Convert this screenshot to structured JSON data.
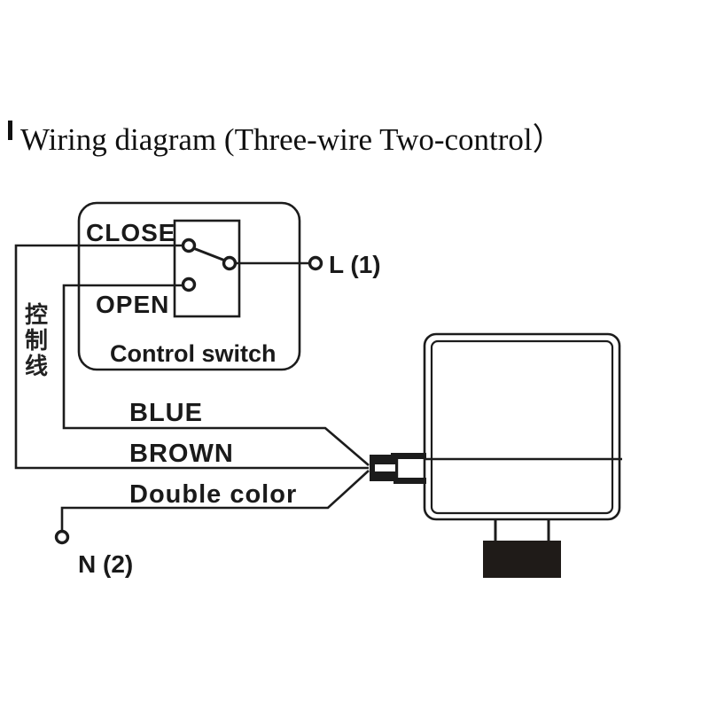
{
  "title": {
    "text": "Wiring diagram (Three-wire Two-control）"
  },
  "control_switch": {
    "caption": "Control switch",
    "close_label": "CLOSE",
    "open_label": "OPEN"
  },
  "terminals": {
    "live_label": "L (1)",
    "neutral_label": "N (2)"
  },
  "wire_labels": {
    "blue": "BLUE",
    "brown": "BROWN",
    "double_color": "Double color"
  },
  "control_cable_cn": {
    "full": "控制线",
    "chars": [
      "控",
      "制",
      "线"
    ]
  },
  "colors": {
    "ink": "#1c1c1c",
    "background": "#ffffff"
  }
}
